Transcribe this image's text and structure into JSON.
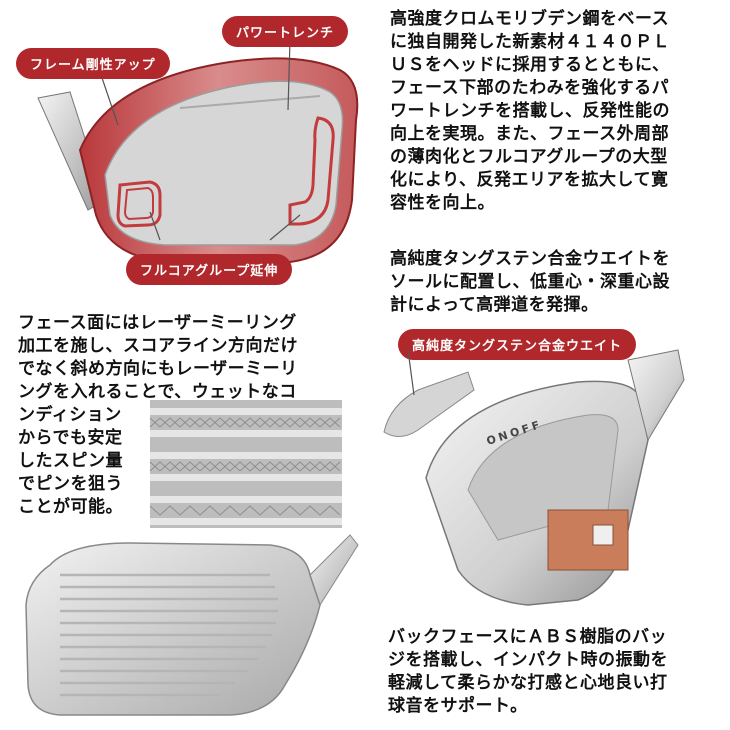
{
  "theme": {
    "accent": "#b0282b",
    "text": "#111111"
  },
  "labels": {
    "frame": "フレーム剛性アップ",
    "power_wrench": "パワートレンチ",
    "full_core": "フルコアグループ延伸",
    "tungsten": "高純度タングステン合金ウエイト"
  },
  "logo": "ONOFF",
  "text": {
    "material": [
      "高強度クロムモリブデン鋼をベース",
      "に独自開発した新素材４１４０ＰＬ",
      "ＵＳをヘッドに採用するとともに、",
      "フェース下部のたわみを強化するパ",
      "ワートレンチを搭載し、反発性能の",
      "向上を実現。また、フェース外周部",
      "の薄肉化とフルコアグループの大型",
      "化により、反発エリアを拡大して寛",
      "容性を向上。"
    ],
    "tungsten": [
      "高純度タングステン合金ウエイトを",
      "ソールに配置し、低重心・深重心設",
      "計によって高弾道を発揮。"
    ],
    "face_top": [
      "フェース面にはレーザーミーリング",
      "加工を施し、スコアライン方向だけ",
      "でなく斜め方向にもレーザーミーリ",
      "ングを入れることで、ウェットなコ"
    ],
    "face_left": [
      "ンディション",
      "からでも安定",
      "したスピン量",
      "でピンを狙う",
      "ことが可能。"
    ],
    "back": [
      "バックフェースにＡＢＳ樹脂のバッ",
      "ジを搭載し、インパクト時の振動を",
      "軽減して柔らかな打感と心地良い打",
      "球音をサポート。"
    ]
  }
}
